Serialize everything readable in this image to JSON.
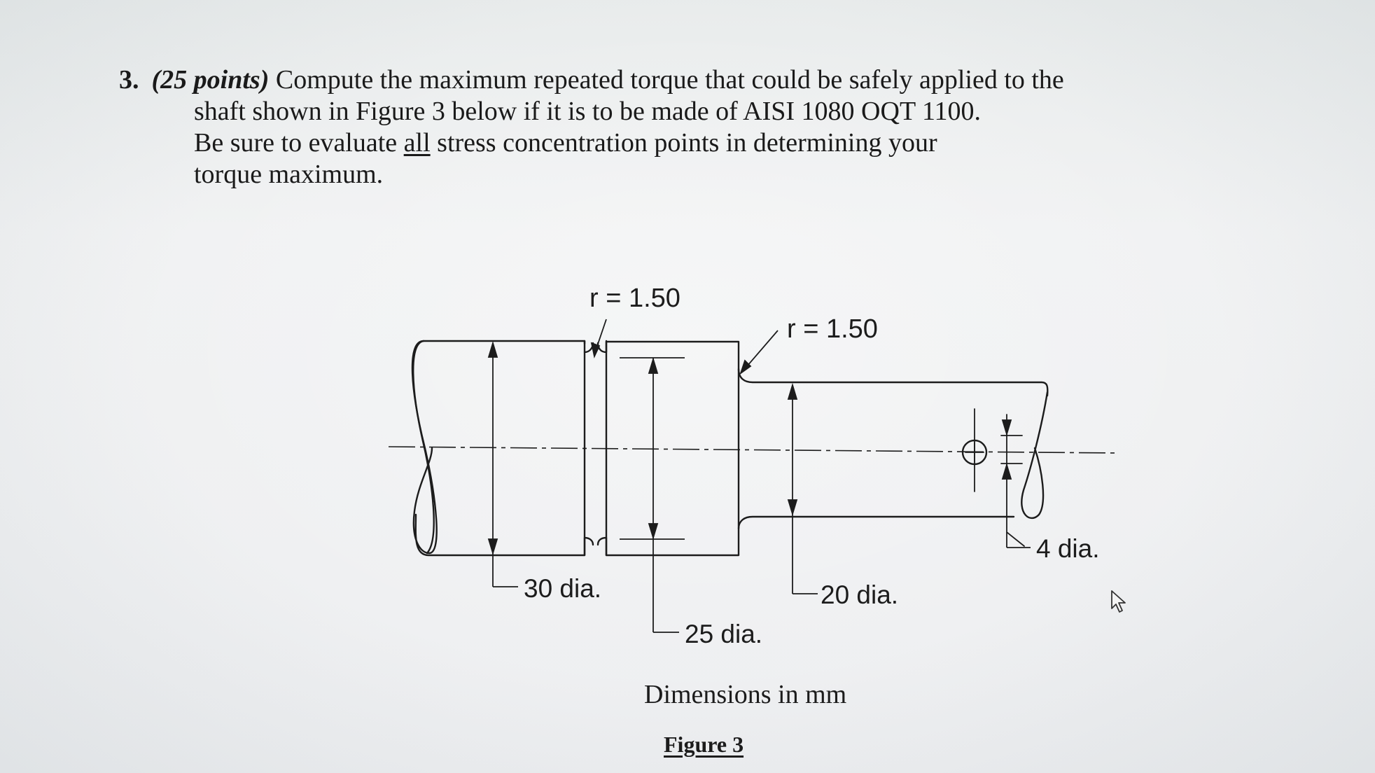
{
  "question": {
    "number": "3.",
    "points": "(25 points)",
    "line1_text": "Compute the maximum repeated torque that could be safely applied to the",
    "line2_text": "shaft shown in Figure 3 below if it is to be made of AISI 1080 OQT 1100.",
    "line3_before": "Be sure to evaluate ",
    "line3_underlined": "all",
    "line3_after": " stress concentration points in determining your",
    "line4_text": "torque maximum."
  },
  "figure": {
    "radius_label_left": "r = 1.50",
    "radius_label_right": "r = 1.50",
    "dia_30": "30 dia.",
    "dia_25": "25 dia.",
    "dia_20": "20 dia.",
    "dia_4": "4 dia.",
    "dimensions_note": "Dimensions in mm",
    "caption": "Figure 3"
  },
  "colors": {
    "ink": "#1c1c1c",
    "paper": "#eef0f1"
  },
  "icons": {
    "cursor": "mouse-pointer-icon"
  }
}
